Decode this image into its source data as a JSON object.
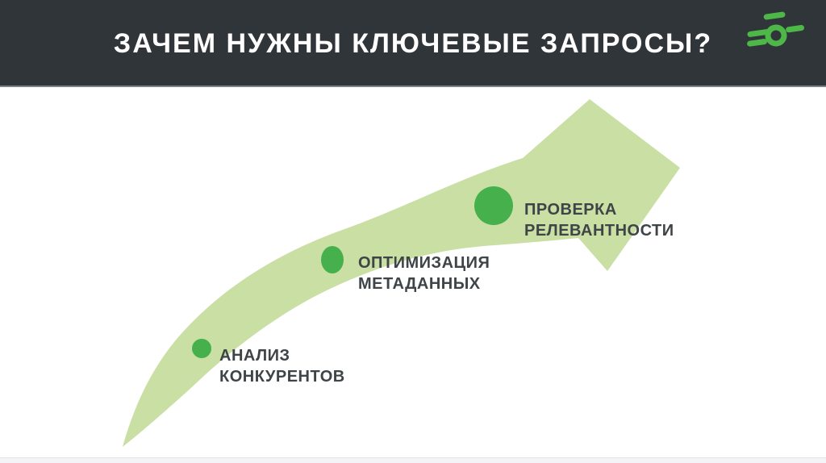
{
  "slide": {
    "title": "ЗАЧЕМ НУЖНЫ КЛЮЧЕВЫЕ ЗАПРОСЫ?"
  },
  "diagram": {
    "type": "process-arrow",
    "steps": [
      {
        "lines": [
          "АНАЛИЗ",
          "КОНКУРЕНТОВ"
        ]
      },
      {
        "lines": [
          "ОПТИМИЗАЦИЯ",
          "МЕТАДАННЫХ"
        ]
      },
      {
        "lines": [
          "ПРОВЕРКА",
          "РЕЛЕВАНТНОСТИ"
        ]
      }
    ]
  },
  "icons": {
    "logo": "fly-logo"
  },
  "colors": {
    "header_bg": "#30353a",
    "header_divider": "#7e8184",
    "title_text": "#ffffff",
    "arrow_band": "#c9dfa3",
    "step_marker": "#45b04c",
    "label_text": "#3f4447",
    "logo_green": "#4db848",
    "footer_strip": "#f4f4f6"
  }
}
